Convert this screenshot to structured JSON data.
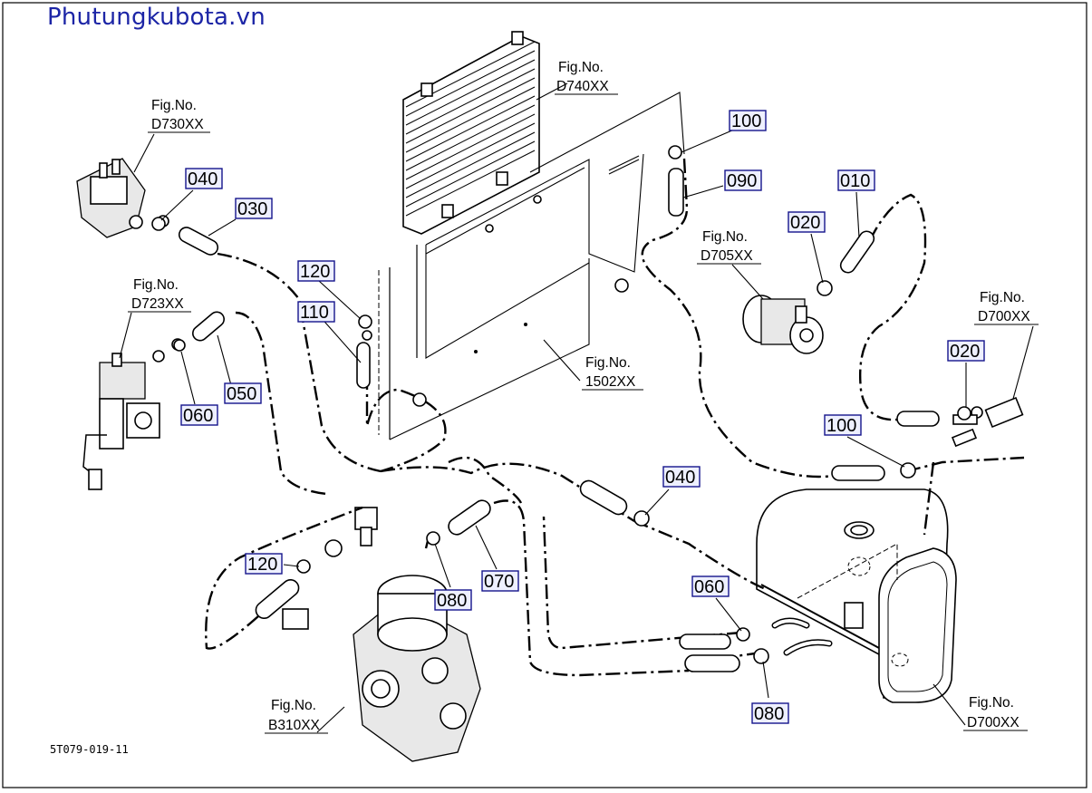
{
  "watermark": "Phutungkubota.vn",
  "diagram_code": "5T079-019-11",
  "fig_refs": {
    "d740": {
      "label": "Fig.No.",
      "code": "D740XX"
    },
    "d730": {
      "label": "Fig.No.",
      "code": "D730XX"
    },
    "d723": {
      "label": "Fig.No.",
      "code": "D723XX"
    },
    "d705": {
      "label": "Fig.No.",
      "code": "D705XX"
    },
    "d700_top": {
      "label": "Fig.No.",
      "code": "D700XX"
    },
    "f1502": {
      "label": "Fig.No.",
      "code": "1502XX"
    },
    "b310": {
      "label": "Fig.No.",
      "code": "B310XX"
    },
    "d700_bottom": {
      "label": "Fig.No.",
      "code": "D700XX"
    }
  },
  "callouts": {
    "c100_top": "100",
    "c090": "090",
    "c010": "010",
    "c020_pump": "020",
    "c040_left": "040",
    "c030": "030",
    "c120_top": "120",
    "c110": "110",
    "c050": "050",
    "c060_left": "060",
    "c020_right": "020",
    "c100_right": "100",
    "c040_mid": "040",
    "c120_bottom": "120",
    "c080_mid": "080",
    "c070": "070",
    "c060_right": "060",
    "c080_bottom": "080"
  }
}
